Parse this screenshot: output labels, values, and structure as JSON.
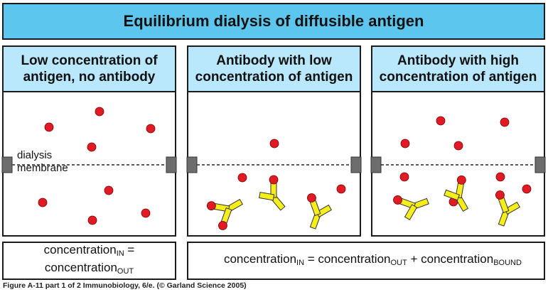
{
  "title": "Equilibrium dialysis of diffusible antigen",
  "panels": [
    {
      "line1": "Low concentration of",
      "line2": "antigen, no antibody"
    },
    {
      "line1": "Antibody with low",
      "line2": "concentration of antigen"
    },
    {
      "line1": "Antibody with high",
      "line2": "concentration of antigen"
    }
  ],
  "membrane_label": {
    "line1": "dialysis",
    "line2": "membrane"
  },
  "equations": {
    "left": {
      "a": "concentration",
      "a_sub": "IN",
      "eq": " =",
      "b": "concentration",
      "b_sub": "OUT"
    },
    "right": {
      "a": "concentration",
      "a_sub": "IN",
      "eq": " = ",
      "b": "concentration",
      "b_sub": "OUT",
      "plus": " + ",
      "c": "concentration",
      "c_sub": "BOUND"
    }
  },
  "caption": "Figure A-11 part 1 of 2  Immunobiology, 6/e. (© Garland Science 2005)",
  "colors": {
    "banner": "#5cc6ee",
    "panel_header": "#b9e7fb",
    "antigen": "#e01b24",
    "antibody": "#f6ee1b",
    "clamp": "#6d6d6d"
  }
}
